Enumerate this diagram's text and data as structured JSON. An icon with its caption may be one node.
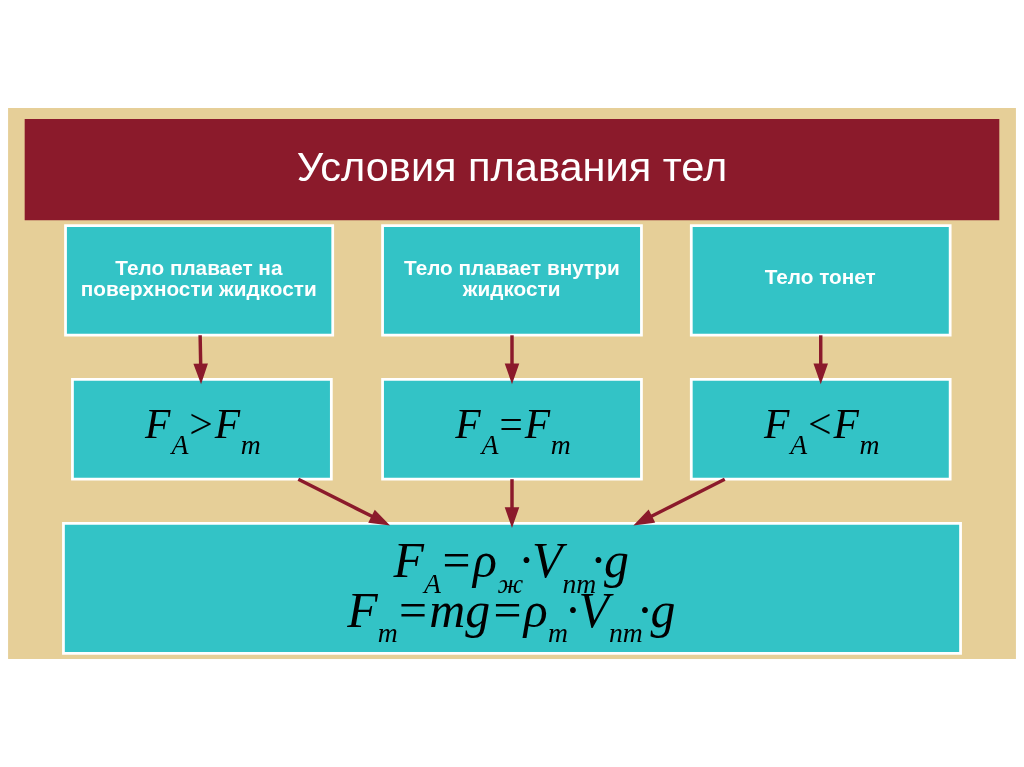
{
  "diagram": {
    "title": "Условия плавания тел",
    "nodes": [
      {
        "text": [
          "Тело плавает на поверхности жидкости"
        ]
      },
      {
        "text": [
          "Тело плавает внутри жидкости"
        ]
      },
      {
        "text": [
          "Тело тонет"
        ]
      },
      {
        "text": [
          "F$_{A}$>F$_{т}$"
        ]
      },
      {
        "text": [
          "F$_{A}$=F$_{т}$"
        ]
      },
      {
        "text": [
          "F$_{A}$<F$_{т}$"
        ]
      },
      {
        "text": [
          "F$_{A}$=ρ$_{ж}$·V$_{пт}$·g",
          "F$_{т}$=mg=ρ$_{т}$·V$_{пт}$·g"
        ]
      }
    ],
    "edges": [
      {
        "from": 0,
        "to": 3,
        "arrow": "to"
      },
      {
        "from": 1,
        "to": 4,
        "arrow": "to"
      },
      {
        "from": 2,
        "to": 5,
        "arrow": "to"
      },
      {
        "from": 3,
        "to": 6,
        "arrow": "to"
      },
      {
        "from": 4,
        "to": 6,
        "arrow": "to"
      },
      {
        "from": 5,
        "to": 6,
        "arrow": "to"
      }
    ]
  }
}
